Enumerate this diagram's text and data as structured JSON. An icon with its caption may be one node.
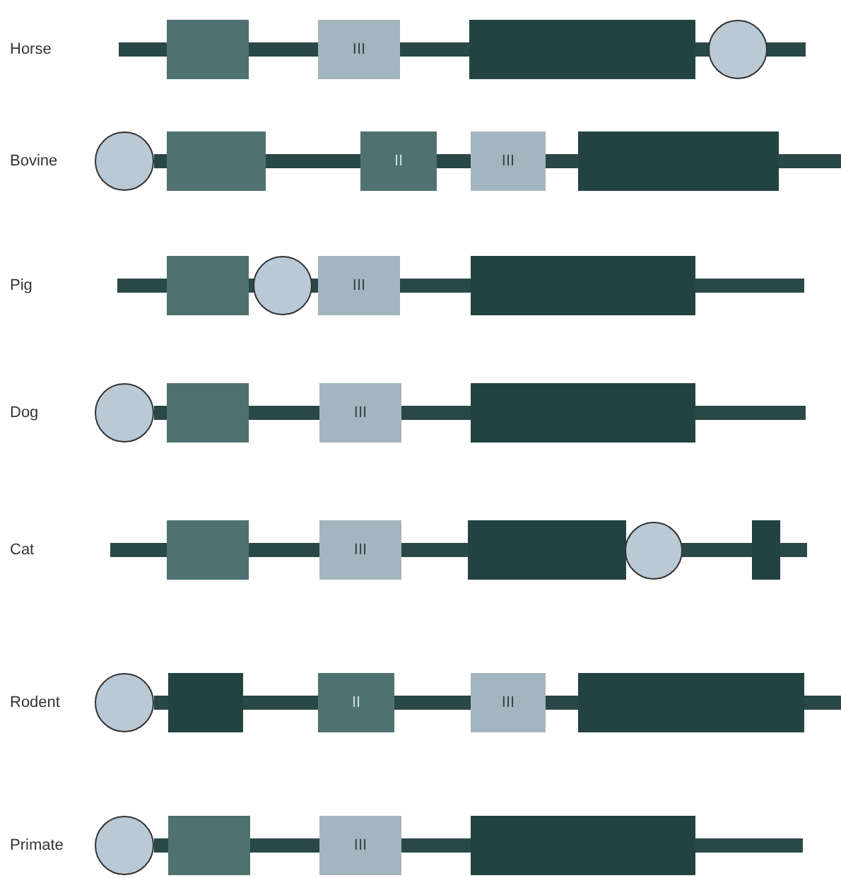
{
  "diagram": {
    "nodes": [
      {
        "text": [],
        "shape": "box"
      },
      {
        "text": [
          "III"
        ]
      },
      {
        "text": [],
        "shape": "box"
      },
      {
        "text": [],
        "shape": "circle"
      },
      {
        "text": [],
        "shape": "circle"
      },
      {
        "text": [],
        "shape": "box"
      },
      {
        "text": [
          "II"
        ]
      },
      {
        "text": [
          "III"
        ]
      },
      {
        "text": [],
        "shape": "box"
      },
      {
        "text": [],
        "shape": "box"
      },
      {
        "text": [],
        "shape": "circle"
      },
      {
        "text": [
          "III"
        ]
      },
      {
        "text": [],
        "shape": "box"
      },
      {
        "text": [],
        "shape": "circle"
      },
      {
        "text": [],
        "shape": "box"
      },
      {
        "text": [
          "III"
        ]
      },
      {
        "text": [],
        "shape": "box"
      },
      {
        "text": [],
        "shape": "box"
      },
      {
        "text": [
          "III"
        ]
      },
      {
        "text": [],
        "shape": "box"
      },
      {
        "text": [],
        "shape": "circle"
      },
      {
        "text": [],
        "shape": "box"
      },
      {
        "text": [],
        "shape": "circle"
      },
      {
        "text": [],
        "shape": "box"
      },
      {
        "text": [
          "II"
        ]
      },
      {
        "text": [
          "III"
        ]
      },
      {
        "text": [],
        "shape": "box"
      },
      {
        "text": [],
        "shape": "circle"
      },
      {
        "text": [],
        "shape": "box"
      },
      {
        "text": [
          "III"
        ]
      },
      {
        "text": [],
        "shape": "box"
      }
    ],
    "labels": [
      "Horse",
      "Bovine",
      "Pig",
      "Dog",
      "Cat",
      "Rodent",
      "Primate"
    ]
  }
}
